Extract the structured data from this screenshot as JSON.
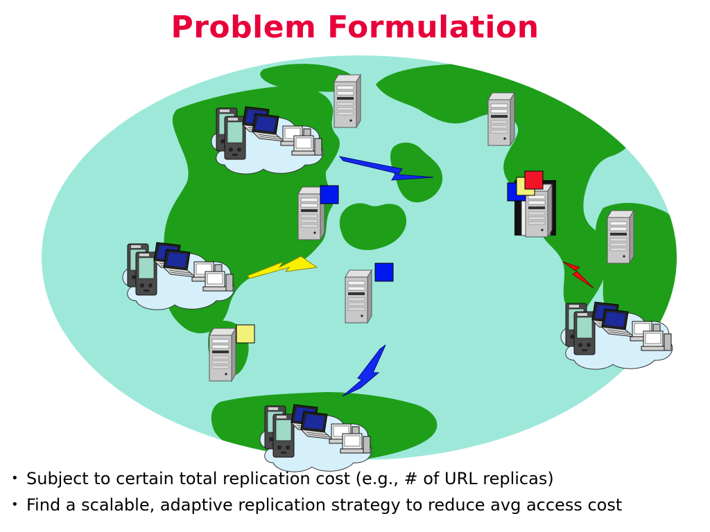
{
  "slide": {
    "title": "Problem Formulation",
    "title_color": "#e8003a",
    "bullets": [
      "Subject to certain total replication cost (e.g., # of URL replicas)",
      "Find a scalable, adaptive replication strategy to reduce avg access cost"
    ]
  },
  "diagram": {
    "ocean_color": "#9ee8da",
    "land_color": "#1f9e1a",
    "cloud_color": "#d6f0fb",
    "server_color": "#c8c8c8",
    "replica_colors": {
      "blue": "#0018f0",
      "yellow": "#f2f27a",
      "red": "#f01428"
    },
    "bolt_colors": {
      "blue": "#1428f0",
      "yellow": "#f8f000",
      "red": "#f01010"
    },
    "client_clusters": [
      {
        "id": "north-west"
      },
      {
        "id": "west"
      },
      {
        "id": "east"
      },
      {
        "id": "south"
      }
    ],
    "servers": [
      {
        "id": "north"
      },
      {
        "id": "north-east"
      },
      {
        "id": "center-north",
        "replicas": [
          "blue"
        ]
      },
      {
        "id": "east-multi",
        "replicas": [
          "blue",
          "yellow",
          "red"
        ]
      },
      {
        "id": "far-east"
      },
      {
        "id": "center",
        "replicas": [
          "blue"
        ]
      },
      {
        "id": "south-west",
        "replicas": [
          "yellow"
        ]
      }
    ]
  }
}
